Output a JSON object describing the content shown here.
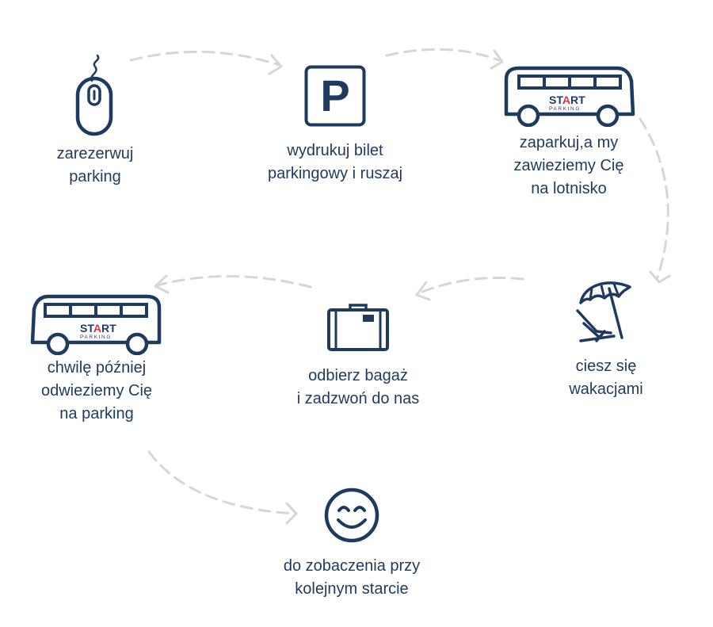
{
  "colors": {
    "primary": "#1f3a5f",
    "accent": "#e0323a",
    "arrow": "#d6d6d6"
  },
  "steps": [
    {
      "id": "reserve",
      "icon": "mouse-icon",
      "label_lines": [
        "zarezerwuj",
        "parking"
      ]
    },
    {
      "id": "print",
      "icon": "parking-sign-icon",
      "label_lines": [
        "wydrukuj bilet",
        "parkingowy i ruszaj"
      ]
    },
    {
      "id": "park",
      "icon": "bus-icon",
      "label_lines": [
        "zaparkuj,a my",
        "zawieziemy Cię",
        "na lotnisko"
      ]
    },
    {
      "id": "holiday",
      "icon": "beach-umbrella-icon",
      "label_lines": [
        "ciesz się",
        "wakacjami"
      ]
    },
    {
      "id": "luggage",
      "icon": "suitcase-icon",
      "label_lines": [
        "odbierz bagaż",
        "i zadzwoń do nas"
      ]
    },
    {
      "id": "return",
      "icon": "bus-icon",
      "label_lines": [
        "chwilę później",
        "odwieziemy Cię",
        "na parking"
      ]
    },
    {
      "id": "goodbye",
      "icon": "smiley-icon",
      "label_lines": [
        "do zobaczenia przy",
        "kolejnym starcie"
      ]
    }
  ],
  "parking_sign_letter": "P",
  "bus_logo": {
    "brand_start": "ST",
    "brand_a": "A",
    "brand_end": "RT",
    "brand_sub": "PARKING"
  }
}
